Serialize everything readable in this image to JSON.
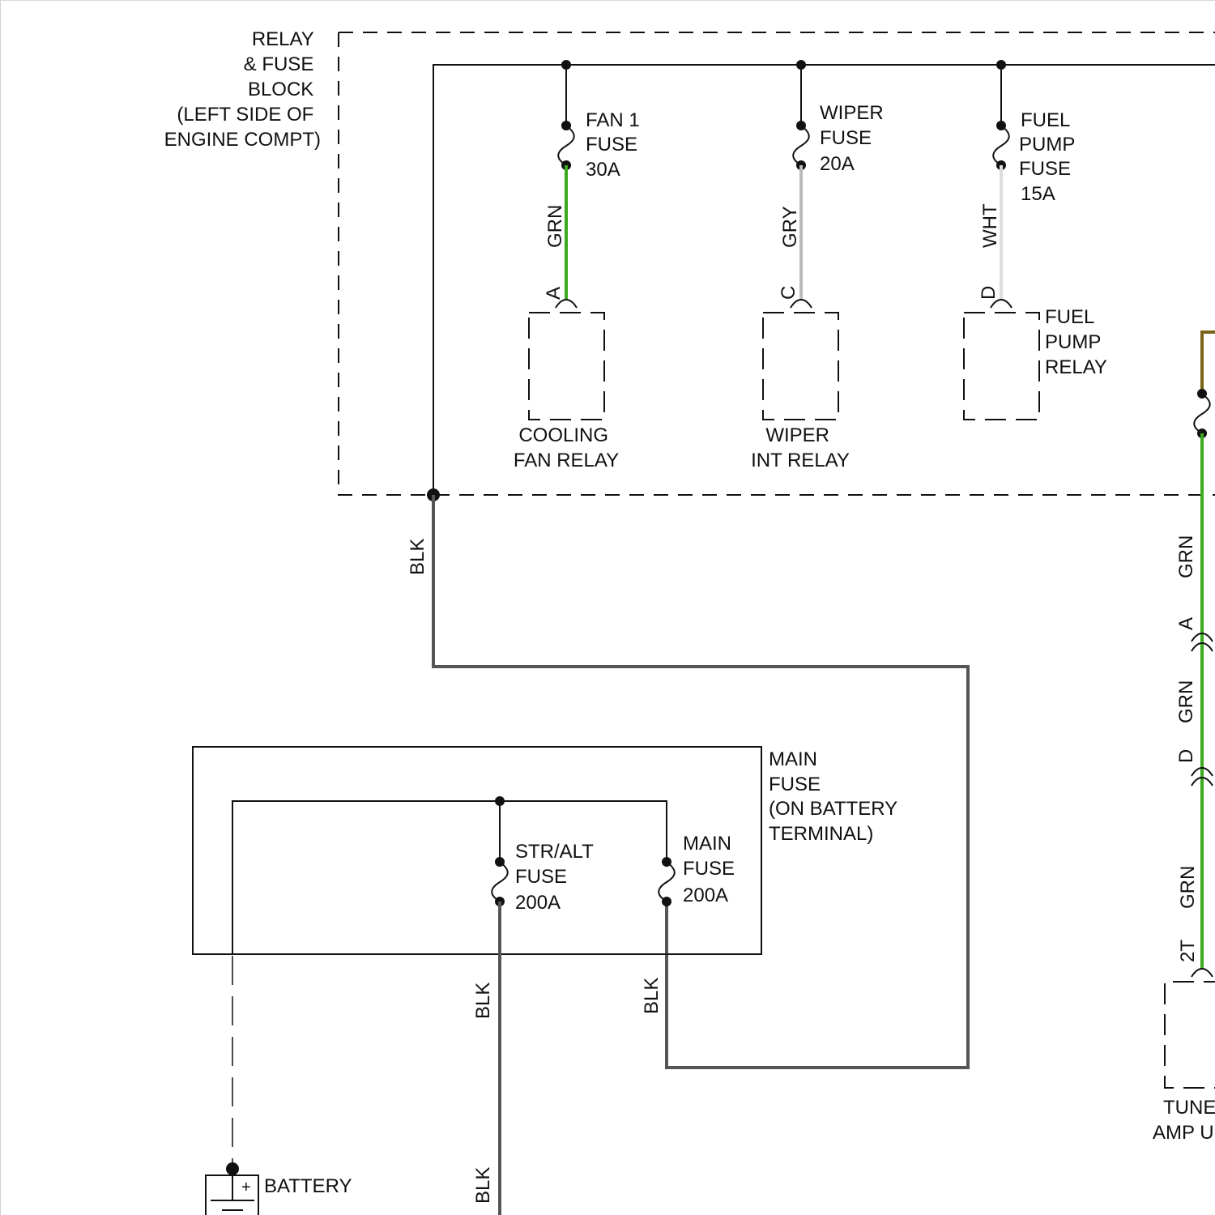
{
  "diagram": {
    "type": "wiring-schematic",
    "colors": {
      "line": "#111111",
      "wire_blk": "#555555",
      "wire_grn": "#3aaa1e",
      "wire_gry": "#bbbbbb",
      "wire_wht": "#dddddd",
      "wire_brn": "#7a6418"
    },
    "relay_fuse_block": {
      "label_lines": [
        "RELAY",
        "& FUSE",
        "BLOCK",
        "(LEFT SIDE OF",
        "ENGINE COMPT)"
      ],
      "fuses": [
        {
          "name_lines": [
            "FAN 1",
            "FUSE",
            "30A"
          ],
          "wire_color": "GRN",
          "connector": "A",
          "relay_lines": [
            "COOLING",
            "FAN RELAY"
          ]
        },
        {
          "name_lines": [
            "WIPER",
            "FUSE",
            "20A"
          ],
          "wire_color": "GRY",
          "connector": "C",
          "relay_lines": [
            "WIPER",
            "INT RELAY"
          ]
        },
        {
          "name_lines": [
            "FUEL",
            "PUMP",
            "FUSE",
            "15A"
          ],
          "wire_color": "WHT",
          "connector": "D",
          "relay_lines": [
            "FUEL",
            "PUMP",
            "RELAY"
          ]
        }
      ]
    },
    "feed_wire": {
      "color": "BLK"
    },
    "right_circuit": {
      "segments": [
        {
          "wire_color": "GRN",
          "connector": "A"
        },
        {
          "wire_color": "GRN",
          "connector": "D"
        },
        {
          "wire_color": "GRN",
          "connector": "2T"
        }
      ],
      "component_lines": [
        "TUNE",
        "AMP U"
      ]
    },
    "main_fuse_block": {
      "label_lines": [
        "MAIN",
        "FUSE",
        "(ON BATTERY",
        "TERMINAL)"
      ],
      "fuses": [
        {
          "name_lines": [
            "STR/ALT",
            "FUSE",
            "200A"
          ],
          "wire_labels": [
            "BLK",
            "BLK"
          ]
        },
        {
          "name_lines": [
            "MAIN",
            "FUSE",
            "200A"
          ],
          "wire_labels": [
            "BLK"
          ]
        }
      ]
    },
    "battery": {
      "label": "BATTERY",
      "plus": "+"
    }
  }
}
